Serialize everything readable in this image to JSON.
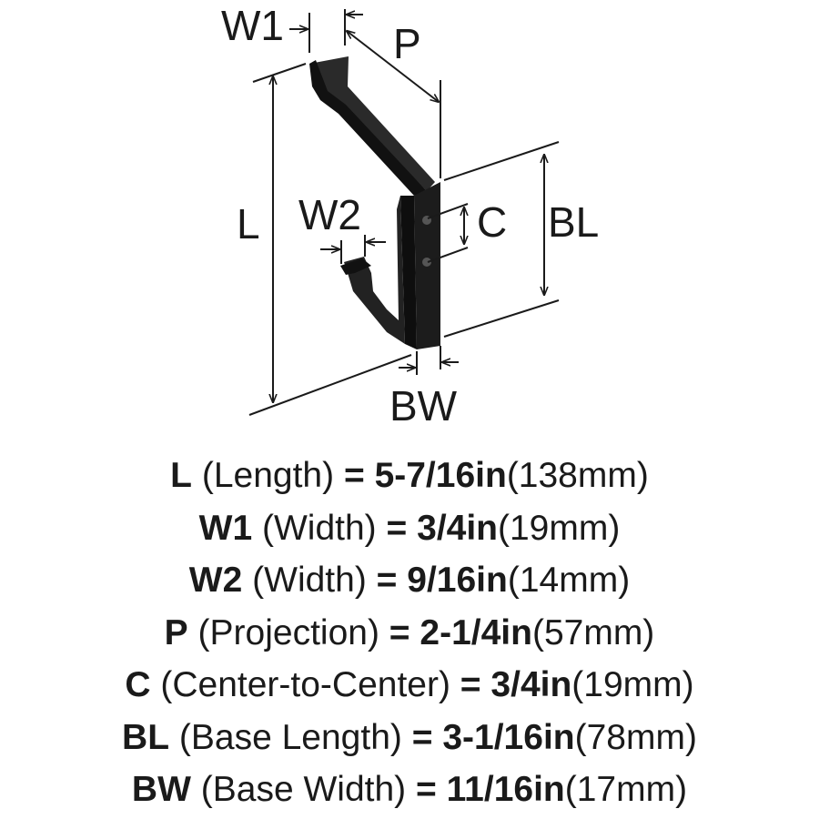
{
  "diagram": {
    "labels": {
      "w1": "W1",
      "p": "P",
      "l": "L",
      "w2": "W2",
      "c": "C",
      "bl": "BL",
      "bw": "BW"
    },
    "colors": {
      "hook": "#1c1c1c",
      "lines": "#1a1a1a",
      "text": "#1a1a1a"
    },
    "icons": {
      "hook": "double-coat-hook-icon"
    }
  },
  "specs": [
    {
      "key": "L",
      "desc": "(Length)",
      "eq": "=",
      "imperial": "5-7/16in",
      "metric": "(138mm)"
    },
    {
      "key": "W1",
      "desc": "(Width)",
      "eq": "=",
      "imperial": "3/4in",
      "metric": "(19mm)"
    },
    {
      "key": "W2",
      "desc": "(Width)",
      "eq": "=",
      "imperial": "9/16in",
      "metric": "(14mm)"
    },
    {
      "key": "P",
      "desc": "(Projection)",
      "eq": "=",
      "imperial": "2-1/4in",
      "metric": "(57mm)"
    },
    {
      "key": "C",
      "desc": "(Center-to-Center)",
      "eq": "=",
      "imperial": "3/4in",
      "metric": "(19mm)"
    },
    {
      "key": "BL",
      "desc": "(Base Length)",
      "eq": "=",
      "imperial": "3-1/16in",
      "metric": "(78mm)"
    },
    {
      "key": "BW",
      "desc": "(Base Width)",
      "eq": "=",
      "imperial": "11/16in",
      "metric": "(17mm)"
    }
  ]
}
